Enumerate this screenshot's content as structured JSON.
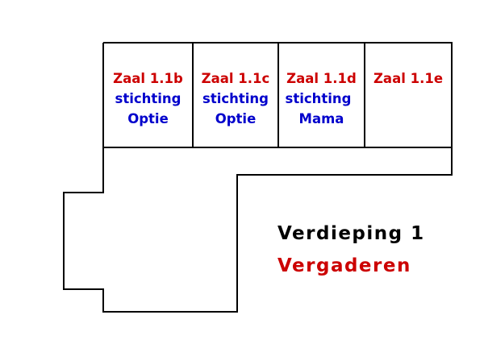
{
  "floor_label": "Verdieping 1",
  "function_label": "Vergaderen",
  "rooms": [
    {
      "name": "Zaal 1.1b",
      "line1": "stichting",
      "line2": "Optie"
    },
    {
      "name": "Zaal 1.1c",
      "line1": "stichting",
      "line2": "Optie"
    },
    {
      "name": "Zaal 1.1d",
      "line1": "stichting",
      "line2": "Mama"
    },
    {
      "name": "Zaal 1.1e"
    }
  ],
  "colors": {
    "room_name": "#cc0000",
    "occupant": "#0000cc",
    "function": "#cc0000",
    "outline": "#000000"
  }
}
